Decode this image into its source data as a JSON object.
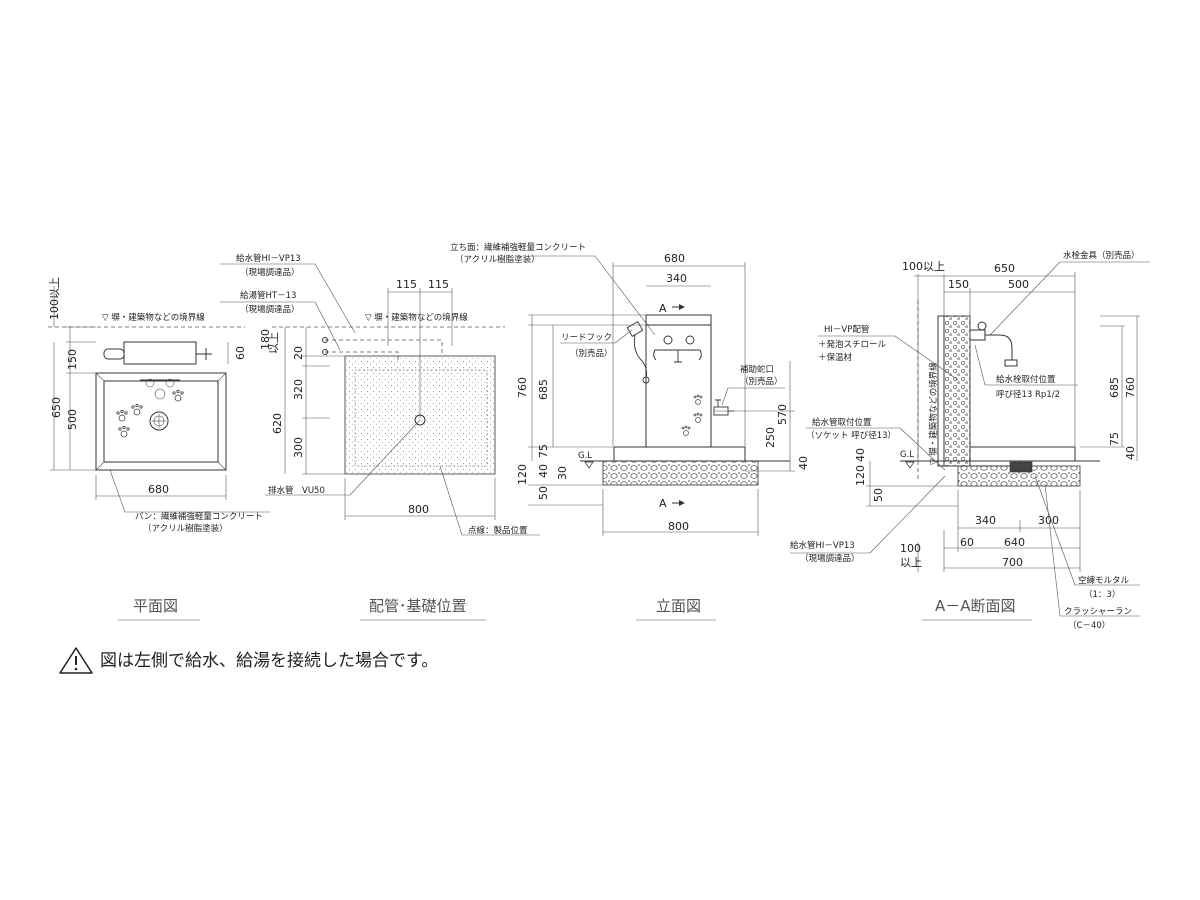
{
  "titles": {
    "plan": "平面図",
    "piping": "配管･基礎位置",
    "elevation": "立面図",
    "section": "A－A断面図"
  },
  "notice": "図は左側で給水、給湯を接続した場合です。",
  "plan": {
    "boundary": "▽ 塀・建築物などの境界線",
    "clearance": "100以上",
    "dims": {
      "d150": "150",
      "d60": "60",
      "d500": "500",
      "d650": "650",
      "d680": "680"
    },
    "pan_label_1": "パン：繊維補強軽量コンクリート",
    "pan_label_2": "（アクリル樹脂塗装）"
  },
  "piping": {
    "boundary": "▽ 塀・建築物などの境界線",
    "supply_1": "給水管HI－VP13",
    "supply_2": "（現場調達品）",
    "hot_1": "給湯管HT－13",
    "hot_2": "（現場調達品）",
    "drain": "排水管　VU50",
    "dotted": "点線：製品位置",
    "clearance": "以上",
    "dims": {
      "d115a": "115",
      "d115b": "115",
      "d180": "180",
      "d20": "20",
      "d320": "320",
      "d620": "620",
      "d300": "300",
      "d800": "800"
    }
  },
  "elevation": {
    "material_1": "立ち面：繊維補強軽量コンクリート",
    "material_2": "（アクリル樹脂塗装）",
    "hook_1": "リードフック",
    "hook_2": "（別売品）",
    "aux_1": "補助蛇口",
    "aux_2": "（別売品）",
    "gl": "G.L",
    "a_top": "A",
    "a_bottom": "A",
    "dims": {
      "d680": "680",
      "d340": "340",
      "d760": "760",
      "d685": "685",
      "d75": "75",
      "d120": "120",
      "d40": "40",
      "d50": "50",
      "d30": "30",
      "d570": "570",
      "d250": "250",
      "d40r": "40",
      "d800": "800"
    }
  },
  "section": {
    "clearance_top": "100以上",
    "faucet": "水栓金具（別売品）",
    "vp_1": "HI－VP配管",
    "vp_2": "＋発泡スチロール",
    "vp_3": "＋保温材",
    "tap_pos_1": "給水栓取付位置",
    "tap_pos_2": "呼び径13 Rp1/2",
    "supply_pos_1": "給水管取付位置",
    "supply_pos_2": "（ソケット 呼び径13）",
    "boundary_v": "▽ 塀・建築物などの境界線",
    "gl": "G.L",
    "pipe_1": "給水管HI－VP13",
    "pipe_2": "（現場調達品）",
    "mortar_1": "空練モルタル",
    "mortar_2": "（1：3）",
    "crusher_1": "クラッシャーラン",
    "crusher_2": "（C－40）",
    "clearance_bottom_1": "100",
    "clearance_bottom_2": "以上",
    "dims": {
      "d650": "650",
      "d150": "150",
      "d500": "500",
      "d685": "685",
      "d760": "760",
      "d75": "75",
      "d40": "40",
      "d120": "120",
      "d50": "50",
      "d40b": "40",
      "d340": "340",
      "d300": "300",
      "d60": "60",
      "d640": "640",
      "d700": "700"
    }
  }
}
